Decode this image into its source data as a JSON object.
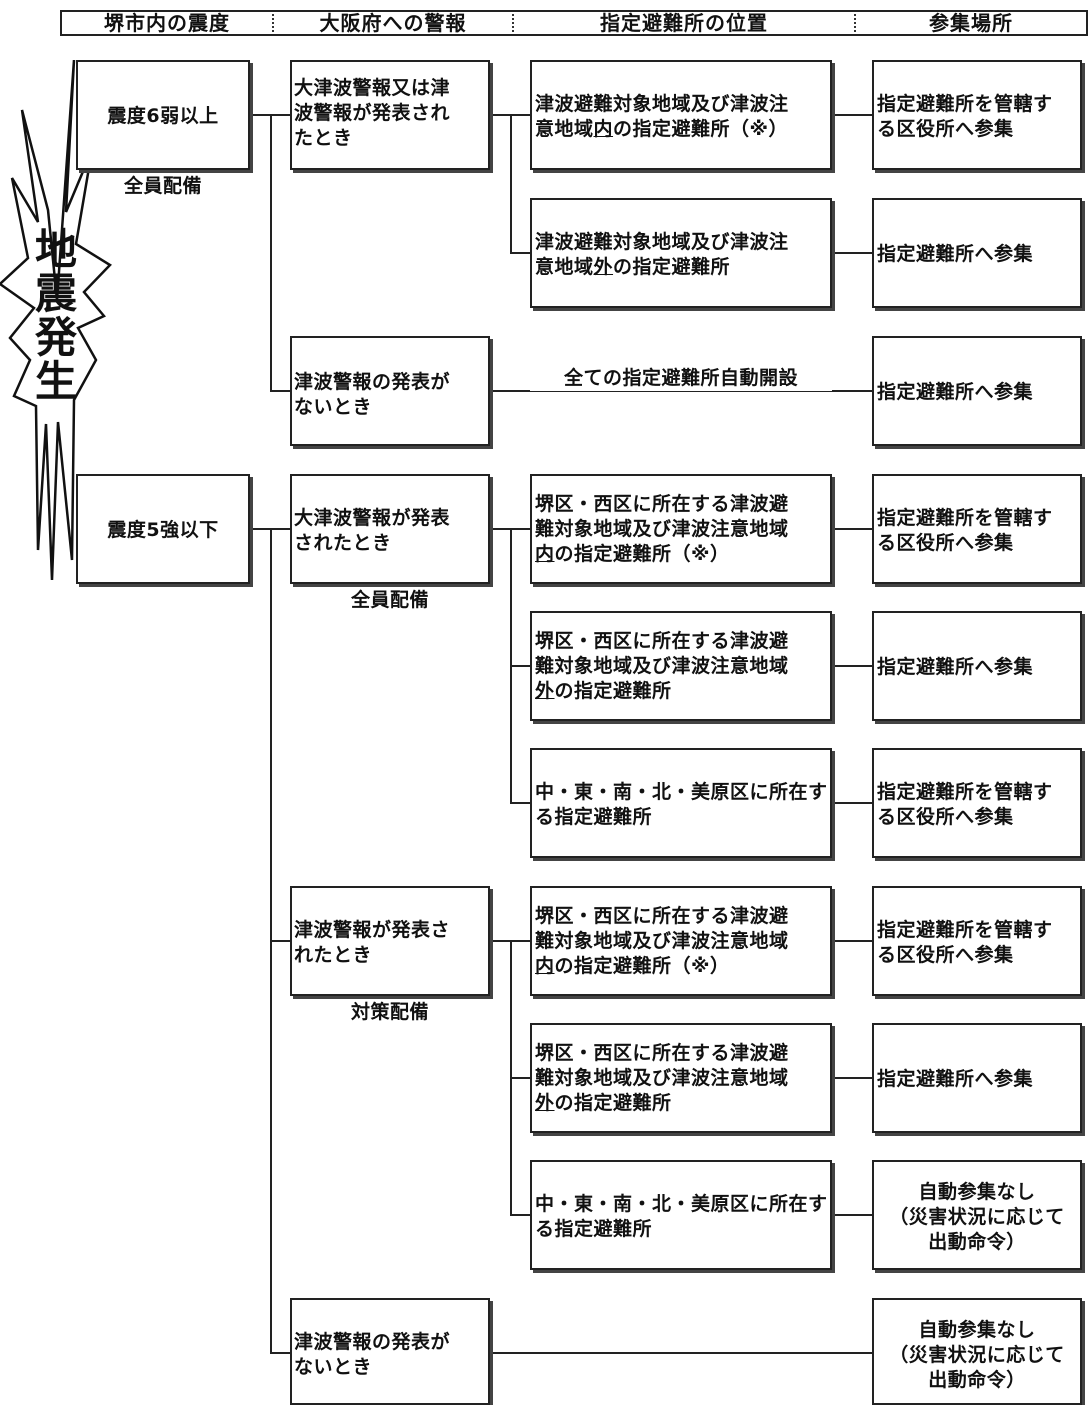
{
  "header": {
    "col1": "堺市内の震度",
    "col2": "大阪府への警報",
    "col3": "指定避難所の位置",
    "col4": "参集場所"
  },
  "burst": {
    "text": "地\n震\n発\n生"
  },
  "intensity": {
    "upper": {
      "label": "震度6弱以上",
      "note": "全員配備"
    },
    "lower": {
      "label": "震度5強以下"
    }
  },
  "alerts": {
    "a1": "大津波警報又は津\n波警報が発表され\nたとき",
    "a2": "津波警報の発表が\nないとき",
    "a3": "大津波警報が発表\nされたとき",
    "a3_note": "全員配備",
    "a4": "津波警報が発表さ\nれたとき",
    "a4_note": "対策配備",
    "a5": "津波警報の発表が\nないとき"
  },
  "locations": {
    "l1a": "津波避難対象地域及び津波注\n意地域",
    "l1u": "内",
    "l1b": "の指定避難所（※）",
    "l2a": "津波避難対象地域及び津波注\n意地域",
    "l2u": "外",
    "l2b": "の指定避難所",
    "l3": "全ての指定避難所自動開設",
    "l4a": "堺区・西区に所在する津波避\n難対象地域及び津波注意地域\n",
    "l4u": "内",
    "l4b": "の指定避難所（※）",
    "l5a": "堺区・西区に所在する津波避\n難対象地域及び津波注意地域\n",
    "l5u": "外",
    "l5b": "の指定避難所",
    "l6": "中・東・南・北・美原区に所在す\nる指定避難所",
    "l7a": "堺区・西区に所在する津波避\n難対象地域及び津波注意地域\n",
    "l7u": "内",
    "l7b": "の指定避難所（※）",
    "l8a": "堺区・西区に所在する津波避\n難対象地域及び津波注意地域\n",
    "l8u": "外",
    "l8b": "の指定避難所",
    "l9": "中・東・南・北・美原区に所在す\nる指定避難所"
  },
  "destinations": {
    "d1": "指定避難所を管轄す\nる区役所へ参集",
    "d2": "指定避難所へ参集",
    "d3": "指定避難所へ参集",
    "d4": "指定避難所を管轄す\nる区役所へ参集",
    "d5": "指定避難所へ参集",
    "d6": "指定避難所を管轄す\nる区役所へ参集",
    "d7": "指定避難所を管轄す\nる区役所へ参集",
    "d8": "指定避難所へ参集",
    "d9": "自動参集なし\n（災害状況に応じて\n出動命令）",
    "d10": "自動参集なし\n（災害状況に応じて\n出動命令）"
  }
}
